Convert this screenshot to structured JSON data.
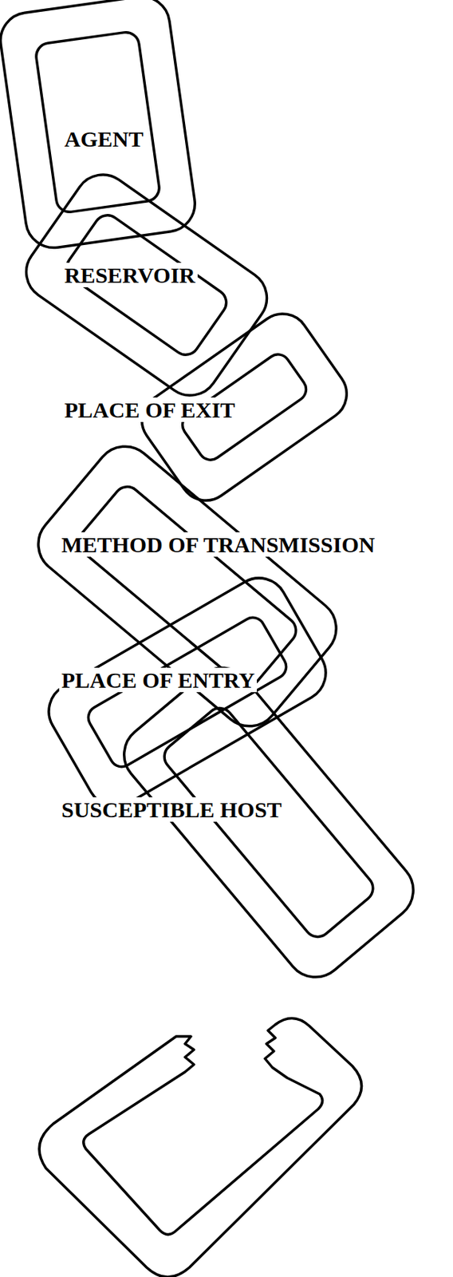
{
  "diagram": {
    "nodes": [
      {
        "text": [
          "AGENT"
        ]
      },
      {
        "text": [
          "RESERVOIR"
        ]
      },
      {
        "text": [
          "PLACE OF EXIT"
        ]
      },
      {
        "text": [
          "METHOD OF TRANSMISSION"
        ]
      },
      {
        "text": [
          "PLACE OF ENTRY"
        ]
      },
      {
        "text": [
          "SUSCEPTIBLE HOST"
        ]
      }
    ]
  }
}
